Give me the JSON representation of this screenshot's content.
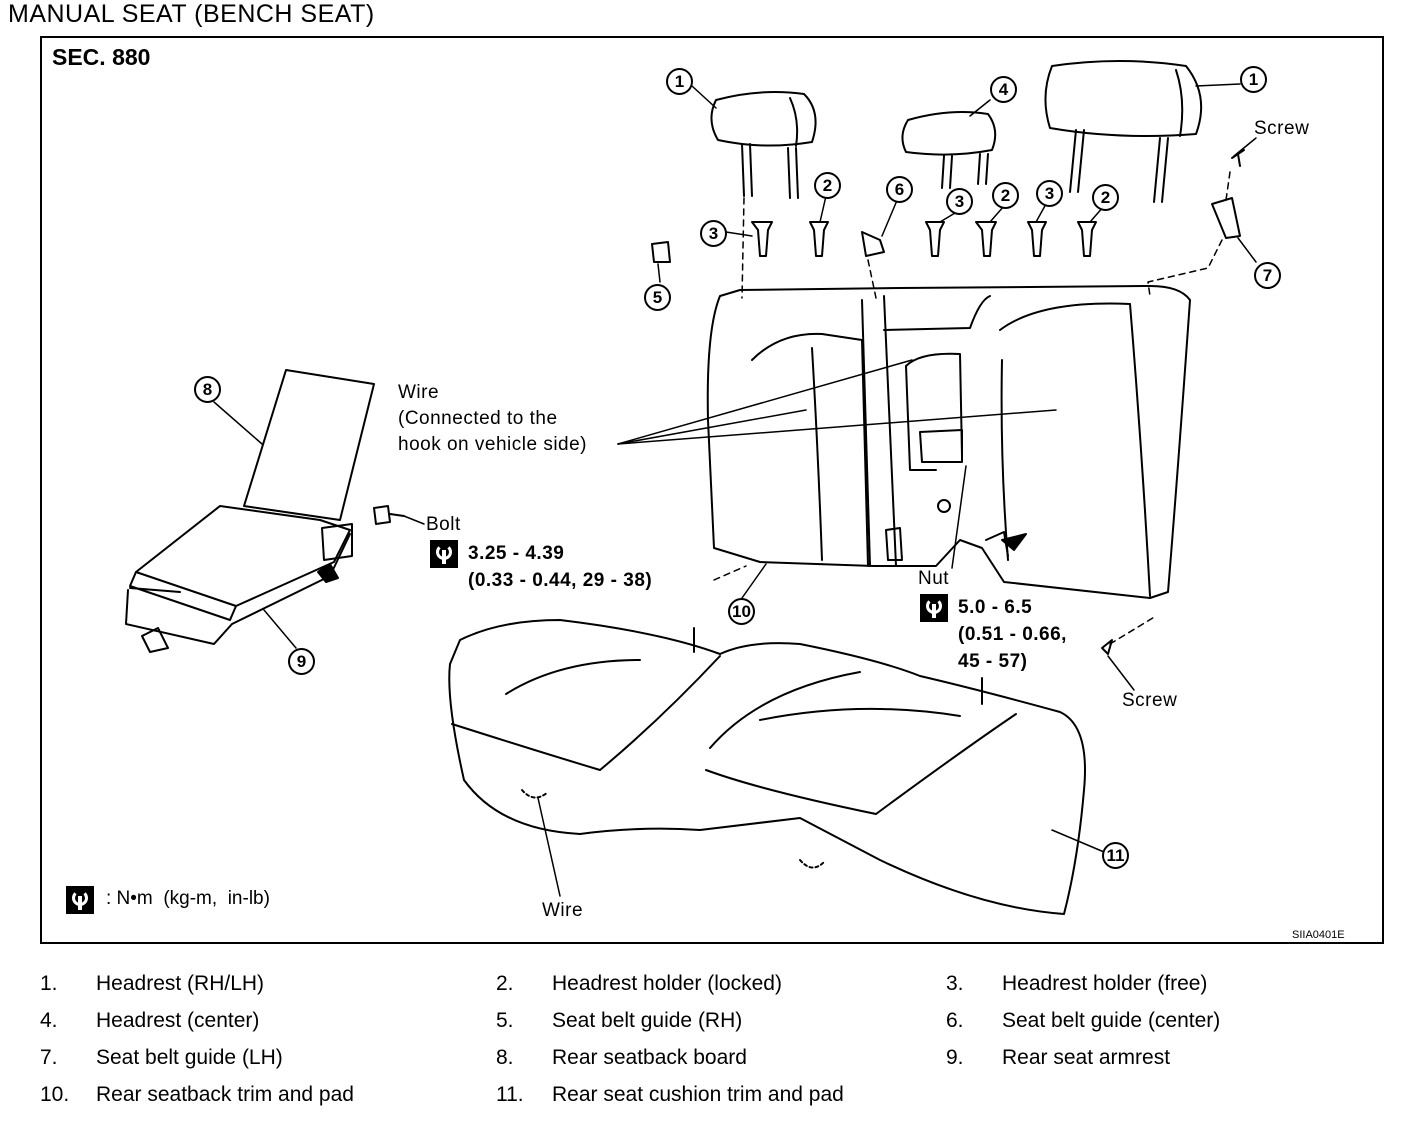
{
  "page_title": "MANUAL SEAT (BENCH SEAT)",
  "section": "SEC. 880",
  "figure_id": "SIIA0401E",
  "labels": {
    "wire_top": "Wire\n(Connected to the\nhook on vehicle side)",
    "bolt": "Bolt",
    "nut": "Nut",
    "screw_top": "Screw",
    "screw_bottom": "Screw",
    "wire_bottom": "Wire"
  },
  "torques": {
    "bolt": "3.25 - 4.39\n(0.33 - 0.44, 29 - 38)",
    "nut": "5.0 - 6.5\n(0.51 - 0.66,\n45 - 57)"
  },
  "legend": ": N•m  (kg-m,  in-lb)",
  "callouts": {
    "c1a": "1",
    "c1b": "1",
    "c2a": "2",
    "c2b": "2",
    "c2c": "2",
    "c3a": "3",
    "c3b": "3",
    "c3c": "3",
    "c4": "4",
    "c5": "5",
    "c6": "6",
    "c7": "7",
    "c8": "8",
    "c9": "9",
    "c10": "10",
    "c11": "11"
  },
  "parts": [
    {
      "num": "1.",
      "name": "Headrest (RH/LH)"
    },
    {
      "num": "2.",
      "name": "Headrest holder (locked)"
    },
    {
      "num": "3.",
      "name": "Headrest holder (free)"
    },
    {
      "num": "4.",
      "name": "Headrest (center)"
    },
    {
      "num": "5.",
      "name": "Seat belt guide (RH)"
    },
    {
      "num": "6.",
      "name": "Seat belt guide (center)"
    },
    {
      "num": "7.",
      "name": "Seat belt guide (LH)"
    },
    {
      "num": "8.",
      "name": "Rear seatback board"
    },
    {
      "num": "9.",
      "name": "Rear seat armrest"
    },
    {
      "num": "10.",
      "name": "Rear seatback trim and pad"
    },
    {
      "num": "11.",
      "name": "Rear seat cushion trim and pad"
    }
  ]
}
